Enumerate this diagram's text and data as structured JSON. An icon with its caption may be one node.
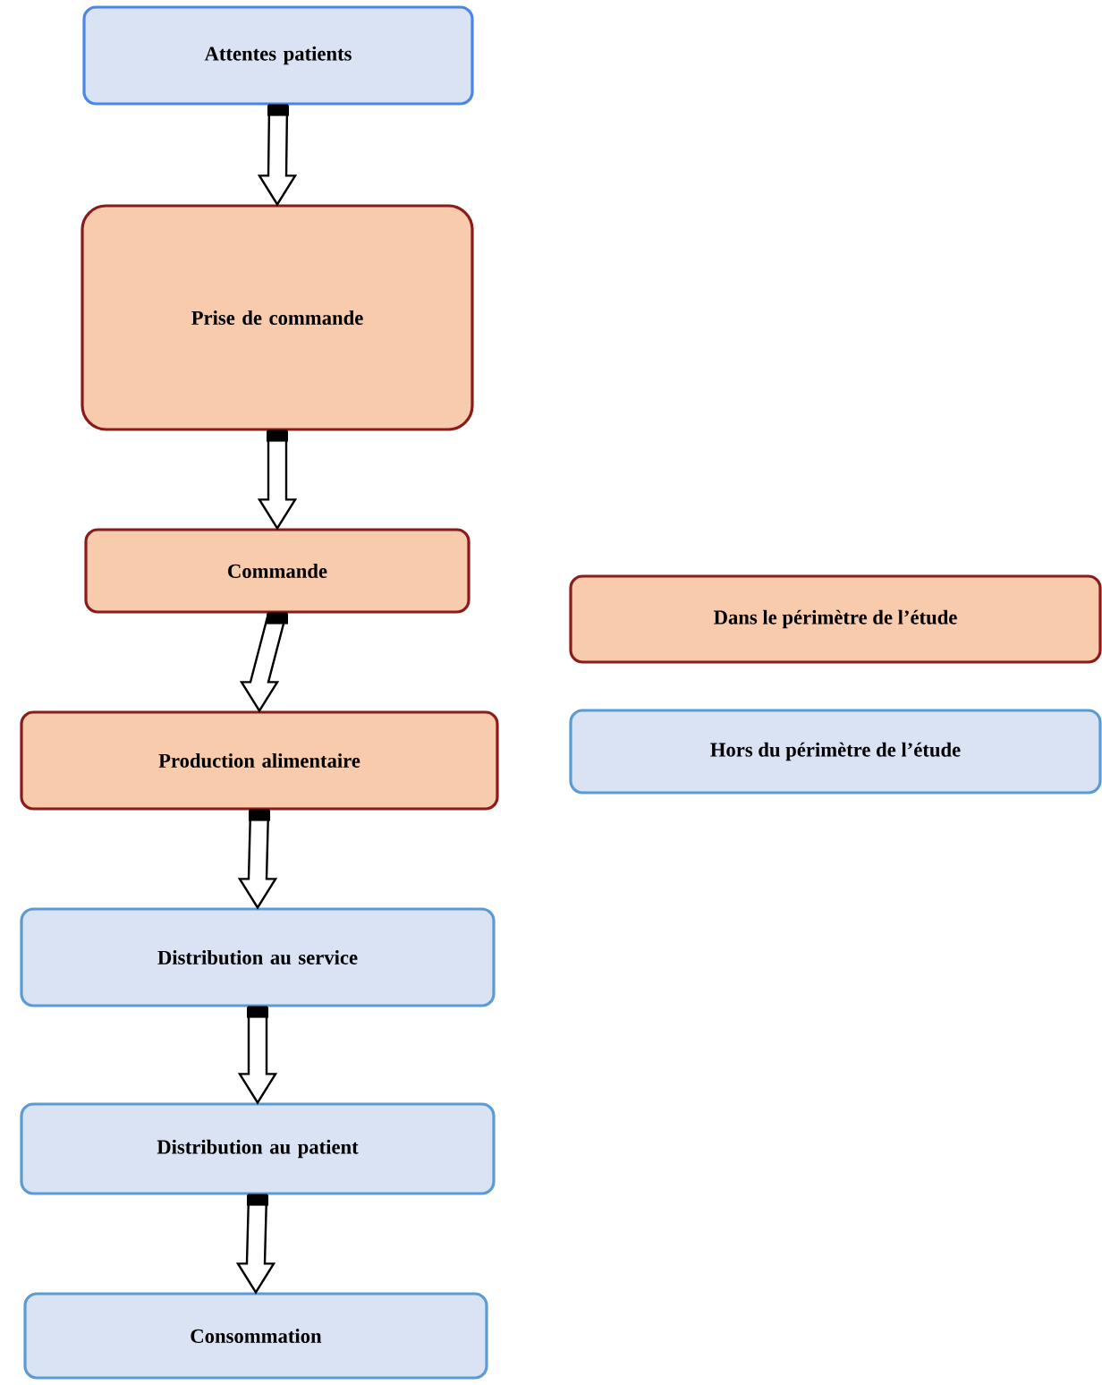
{
  "diagram": {
    "nodes": [
      {
        "text": [
          "Attentes patients"
        ]
      },
      {
        "text": [
          "Prise de commande"
        ]
      },
      {
        "text": [
          "Commande"
        ]
      },
      {
        "text": [
          "Production alimentaire"
        ]
      },
      {
        "text": [
          "Distribution au service"
        ]
      },
      {
        "text": [
          "Distribution au patient"
        ]
      },
      {
        "text": [
          "Consommation"
        ]
      }
    ],
    "edges": [
      {
        "from": 0,
        "to": 1,
        "arrow": "to"
      },
      {
        "from": 1,
        "to": 2,
        "arrow": "to"
      },
      {
        "from": 2,
        "to": 3,
        "arrow": "to"
      },
      {
        "from": 3,
        "to": 4,
        "arrow": "to"
      },
      {
        "from": 4,
        "to": 5,
        "arrow": "to"
      },
      {
        "from": 5,
        "to": 6,
        "arrow": "to"
      }
    ],
    "legend": [
      {
        "text": "Dans le périmètre de l’étude",
        "color": "#f8cbad"
      },
      {
        "text": "Hors du périmètre de l’étude",
        "color": "#dae3f3"
      }
    ]
  }
}
